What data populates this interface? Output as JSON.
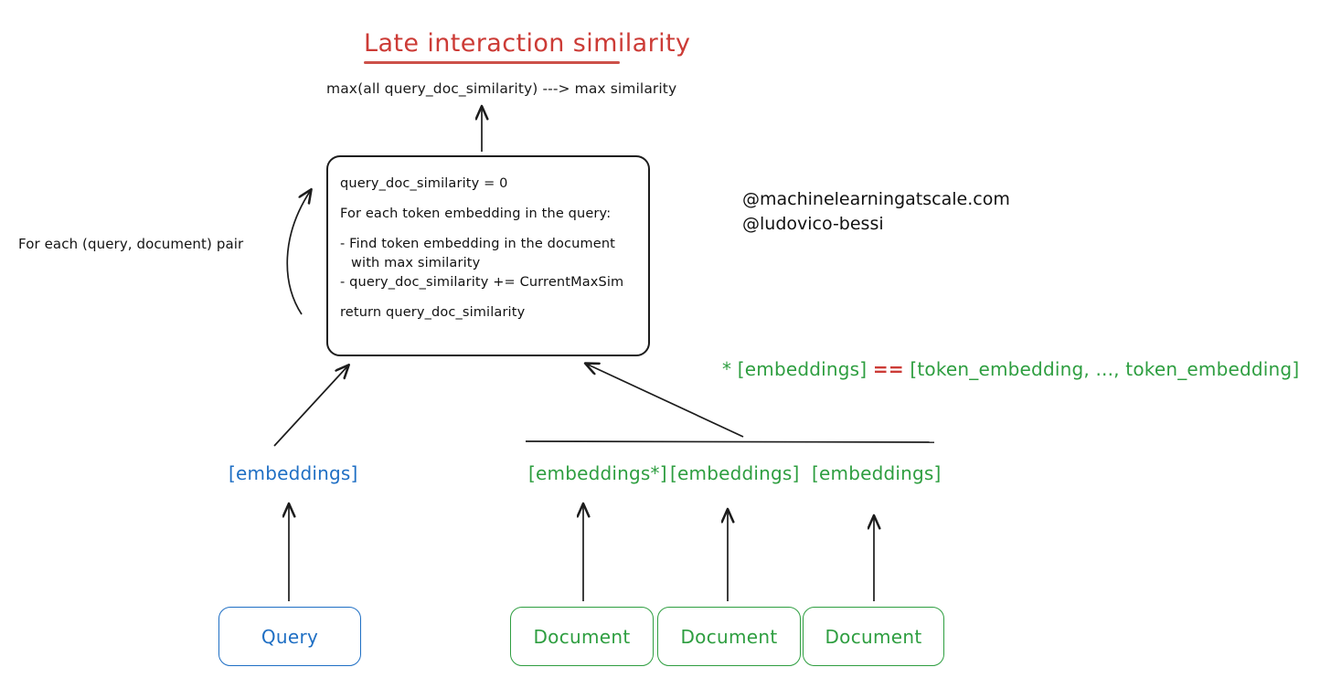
{
  "diagram": {
    "title": "Late interaction similarity",
    "max_formula": "max(all query_doc_similarity) ---> max similarity",
    "loop_caption": "For each (query, document) pair",
    "algorithm": {
      "line_init": "query_doc_similarity = 0",
      "line_for": "For each token embedding in the query:",
      "line_bullet1_a": "- Find token embedding in the document",
      "line_bullet1_b": "with max similarity",
      "line_bullet2": "- query_doc_similarity += CurrentMaxSim",
      "line_return": "return query_doc_similarity"
    },
    "handles": {
      "site": "@machinelearningatscale.com",
      "user": "@ludovico-bessi"
    },
    "legend": {
      "prefix": "* [embeddings]",
      "operator": "==",
      "suffix": "[token_embedding, ..., token_embedding]"
    },
    "embeddings": {
      "query": "[embeddings]",
      "doc_1": "[embeddings*]",
      "doc_2": "[embeddings]",
      "doc_3": "[embeddings]"
    },
    "sources": {
      "query": "Query",
      "doc_1": "Document",
      "doc_2": "Document",
      "doc_3": "Document"
    },
    "colors": {
      "title_red": "#cc3b36",
      "query_blue": "#1f6fc4",
      "document_green": "#2e9e40",
      "stroke_black": "#1c1c1c",
      "background": "#ffffff"
    }
  }
}
